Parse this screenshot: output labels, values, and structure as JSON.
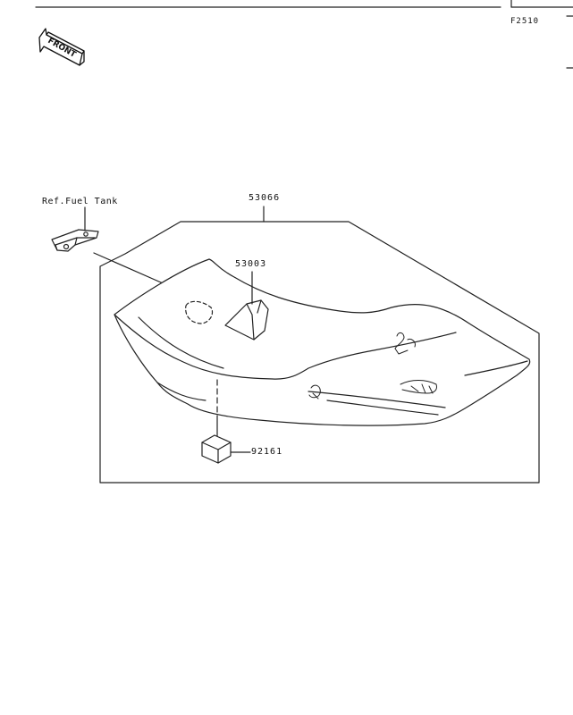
{
  "header": {
    "figure_code": "F2510"
  },
  "orientation_marker": {
    "text": "FRONT"
  },
  "callouts": {
    "ref_fuel_tank": "Ref.Fuel Tank",
    "seat_assembly": "53066",
    "seat_label_part": "53003",
    "small_block_part": "92161"
  }
}
